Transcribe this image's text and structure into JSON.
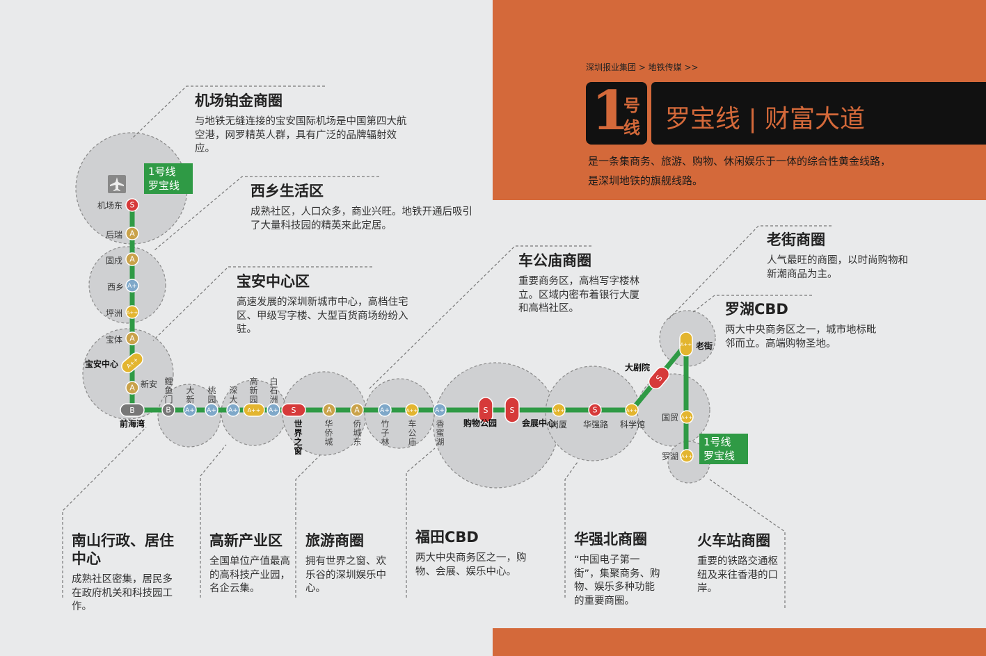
{
  "header": {
    "breadcrumb": "深圳报业集团 > 地铁传媒 >>",
    "line_number": "1",
    "line_char_hao": "号",
    "line_char_xian": "线",
    "line_title": "罗宝线 | 财富大道",
    "intro_line1": "是一条集商务、旅游、购物、休闲娱乐于一体的综合性黄金线路，",
    "intro_line2": "是深圳地铁的旗舰线路。"
  },
  "tags": {
    "start": {
      "line1": "1号线",
      "line2": "罗宝线"
    },
    "end": {
      "line1": "1号线",
      "line2": "罗宝线"
    }
  },
  "icons": {
    "airport": "airplane-icon"
  },
  "stations": {
    "jichangdong": "机场东",
    "houruì": "后瑞",
    "guxu": "固戍",
    "xixiang": "西乡",
    "pingzhou": "坪洲",
    "baoti": "宝体",
    "baoanzhongxin": "宝安中心",
    "xinan": "新安",
    "qianhaiwan": "前海湾",
    "liyumen": "鲤鱼门",
    "daxin": "大新",
    "taoyuan": "桃园",
    "shenda": "深大",
    "gaoxinyuan": "高新园",
    "baishizhou": "白石洲",
    "shijiezhichuang": "世界之窗",
    "huaqiaocheng": "华侨城",
    "qiaochengdong": "侨城东",
    "zhuzilin": "竹子林",
    "chegongmiao": "车公庙",
    "xiangmihu": "香蜜湖",
    "gouwugongyuan": "购物公园",
    "huizhanzhongxin": "会展中心",
    "gangxia": "岗厦",
    "huaqianglu": "华强路",
    "kexueguan": "科学馆",
    "dajuyuan": "大剧院",
    "laojie": "老街",
    "guomao": "国贸",
    "luohu": "罗湖"
  },
  "badges": {
    "S": "S",
    "A": "A",
    "Ap": "A+",
    "App": "A++",
    "B": "B"
  },
  "areas": {
    "jichang": {
      "title": "机场铂金商圈",
      "desc": "与地铁无缝连接的宝安国际机场是中国第四大航空港，网罗精英人群，具有广泛的品牌辐射效应。"
    },
    "xixiang": {
      "title": "西乡生活区",
      "desc": "成熟社区，人口众多，商业兴旺。地铁开通后吸引了大量科技园的精英来此定居。"
    },
    "baoan": {
      "title": "宝安中心区",
      "desc": "高速发展的深圳新城市中心，高档住宅区、甲级写字楼、大型百货商场纷纷入驻。"
    },
    "chegongmiao": {
      "title": "车公庙商圈",
      "desc": "重要商务区，高档写字楼林立。区域内密布着银行大厦和高档社区。"
    },
    "laojie": {
      "title": "老街商圈",
      "desc": "人气最旺的商圈，以时尚购物和新潮商品为主。"
    },
    "luohu": {
      "title": "罗湖CBD",
      "desc": "两大中央商务区之一，城市地标毗邻而立。高端购物圣地。"
    },
    "nanshan": {
      "title": "南山行政、居住中心",
      "desc": "成熟社区密集，居民多在政府机关和科技园工作。"
    },
    "gaoxin": {
      "title": "高新产业区",
      "desc": "全国单位产值最高的高科技产业园，名企云集。"
    },
    "lvyou": {
      "title": "旅游商圈",
      "desc": "拥有世界之窗、欢乐谷的深圳娱乐中心。"
    },
    "futian": {
      "title": "福田CBD",
      "desc": "两大中央商务区之一，购物、会展、娱乐中心。"
    },
    "huaqiangbei": {
      "title": "华强北商圈",
      "desc": "“中国电子第一街”，集聚商务、购物、娱乐多种功能的重要商圈。"
    },
    "huochezhan": {
      "title": "火车站商圈",
      "desc": "重要的铁路交通枢纽及来往香港的口岸。"
    }
  },
  "colors": {
    "orange": "#d4693a",
    "line": "#2f9a45",
    "s_badge": "#d63a3a",
    "a_badge": "#c9a24a",
    "ap_badge": "#7fa8c9",
    "app_badge": "#e3b52f",
    "b_badge": "#777777"
  }
}
